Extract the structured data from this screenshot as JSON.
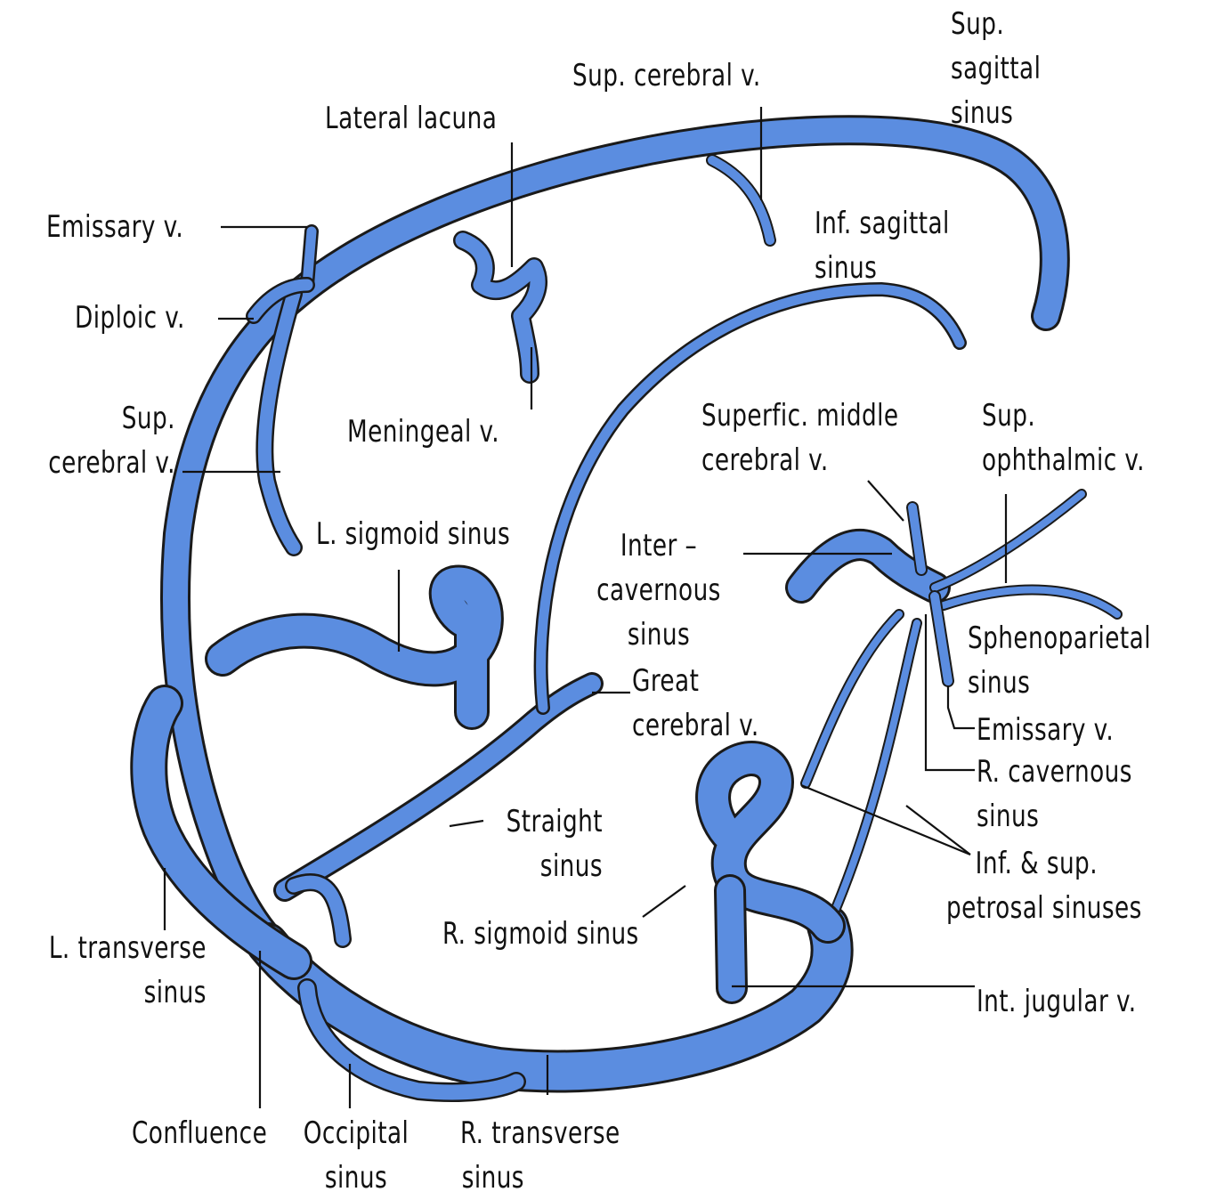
{
  "colors": {
    "vein": "#5b8de0",
    "outline": "#1a1a1a",
    "text": "#111111"
  },
  "labels": {
    "sup_sagittal_sinus": [
      "Sup.",
      "sagittal",
      "sinus"
    ],
    "sup_cerebral_v_top": "Sup. cerebral v.",
    "lateral_lacuna": "Lateral lacuna",
    "emissary_v_left": "Emissary v.",
    "diploic_v": "Diploic v.",
    "inf_sagittal_sinus": [
      "Inf. sagittal",
      "sinus"
    ],
    "meningeal_v": "Meningeal v.",
    "sup_cerebral_v_left": [
      "Sup.",
      "cerebral v."
    ],
    "superfic_middle_cerebral_v": [
      "Superfic. middle",
      "cerebral v."
    ],
    "sup_ophthalmic_v": [
      "Sup.",
      "ophthalmic v."
    ],
    "l_sigmoid_sinus": "L. sigmoid sinus",
    "intercavernous_sinus": [
      "Inter –",
      "cavernous",
      "sinus"
    ],
    "sphenoparietal_sinus": [
      "Sphenoparietal",
      "sinus"
    ],
    "great_cerebral_v": [
      "Great",
      "cerebral v."
    ],
    "emissary_v_right": "Emissary v.",
    "r_cavernous_sinus": [
      "R. cavernous",
      "sinus"
    ],
    "straight_sinus": [
      "Straight",
      "sinus"
    ],
    "inf_sup_petrosal_sinuses": [
      "Inf. & sup.",
      "petrosal sinuses"
    ],
    "r_sigmoid_sinus": "R. sigmoid sinus",
    "l_transverse_sinus": [
      "L. transverse",
      "sinus"
    ],
    "int_jugular_v": "Int. jugular v.",
    "confluence": "Confluence",
    "occipital_sinus": [
      "Occipital",
      "sinus"
    ],
    "r_transverse_sinus": [
      "R. transverse",
      "sinus"
    ]
  }
}
